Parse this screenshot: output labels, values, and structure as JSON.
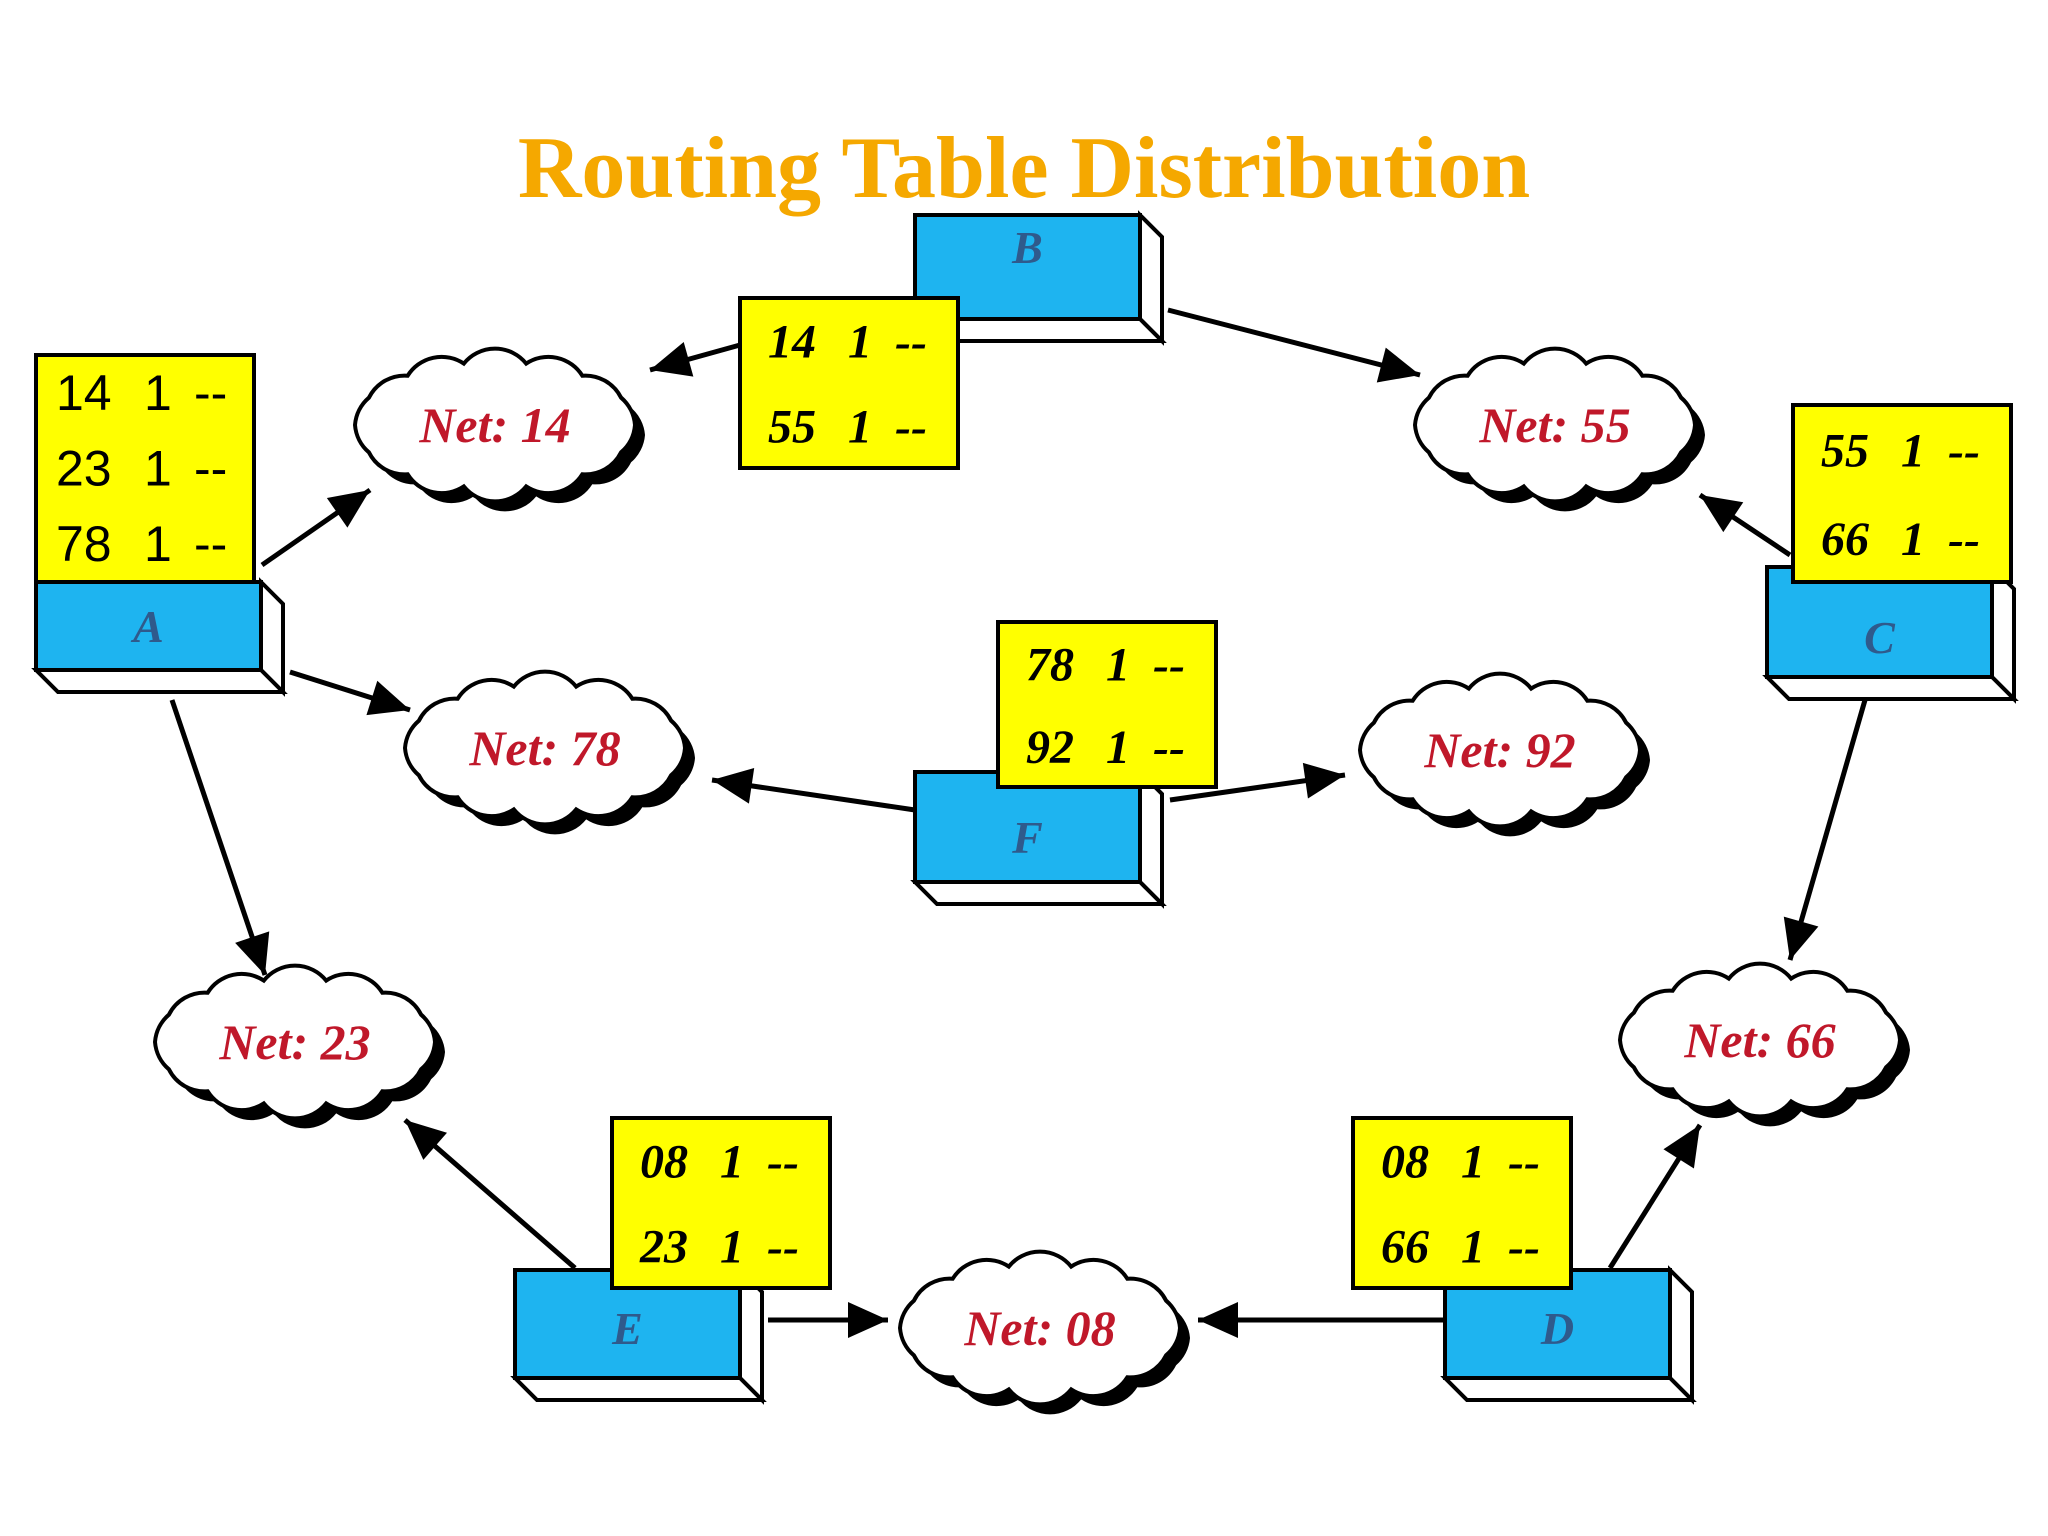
{
  "title": "Routing Table Distribution",
  "colors": {
    "title": "#F5A800",
    "router_face": "#1EB4F0",
    "table_fill": "#FFFF00",
    "net_label": "#C0182A",
    "router_label": "#2F5A8C",
    "line": "#000000"
  },
  "routers": {
    "A": {
      "label": "A",
      "table": [
        [
          "14",
          "1",
          "--"
        ],
        [
          "23",
          "1",
          "--"
        ],
        [
          "78",
          "1",
          "--"
        ]
      ]
    },
    "B": {
      "label": "B",
      "table": [
        [
          "14",
          "1",
          "--"
        ],
        [
          "55",
          "1",
          "--"
        ]
      ]
    },
    "C": {
      "label": "C",
      "table": [
        [
          "55",
          "1",
          "--"
        ],
        [
          "66",
          "1",
          "--"
        ]
      ]
    },
    "D": {
      "label": "D",
      "table": [
        [
          "08",
          "1",
          "--"
        ],
        [
          "66",
          "1",
          "--"
        ]
      ]
    },
    "E": {
      "label": "E",
      "table": [
        [
          "08",
          "1",
          "--"
        ],
        [
          "23",
          "1",
          "--"
        ]
      ]
    },
    "F": {
      "label": "F",
      "table": [
        [
          "78",
          "1",
          "--"
        ],
        [
          "92",
          "1",
          "--"
        ]
      ]
    }
  },
  "networks": {
    "n14": "Net: 14",
    "n55": "Net: 55",
    "n78": "Net: 78",
    "n92": "Net: 92",
    "n23": "Net: 23",
    "n66": "Net: 66",
    "n08": "Net: 08"
  },
  "links": [
    {
      "from": "A",
      "to": "n14"
    },
    {
      "from": "A",
      "to": "n78"
    },
    {
      "from": "A",
      "to": "n23"
    },
    {
      "from": "B",
      "to": "n14"
    },
    {
      "from": "B",
      "to": "n55"
    },
    {
      "from": "C",
      "to": "n55"
    },
    {
      "from": "C",
      "to": "n66"
    },
    {
      "from": "D",
      "to": "n66"
    },
    {
      "from": "D",
      "to": "n08"
    },
    {
      "from": "E",
      "to": "n23"
    },
    {
      "from": "E",
      "to": "n08"
    },
    {
      "from": "F",
      "to": "n78"
    },
    {
      "from": "F",
      "to": "n92"
    }
  ]
}
